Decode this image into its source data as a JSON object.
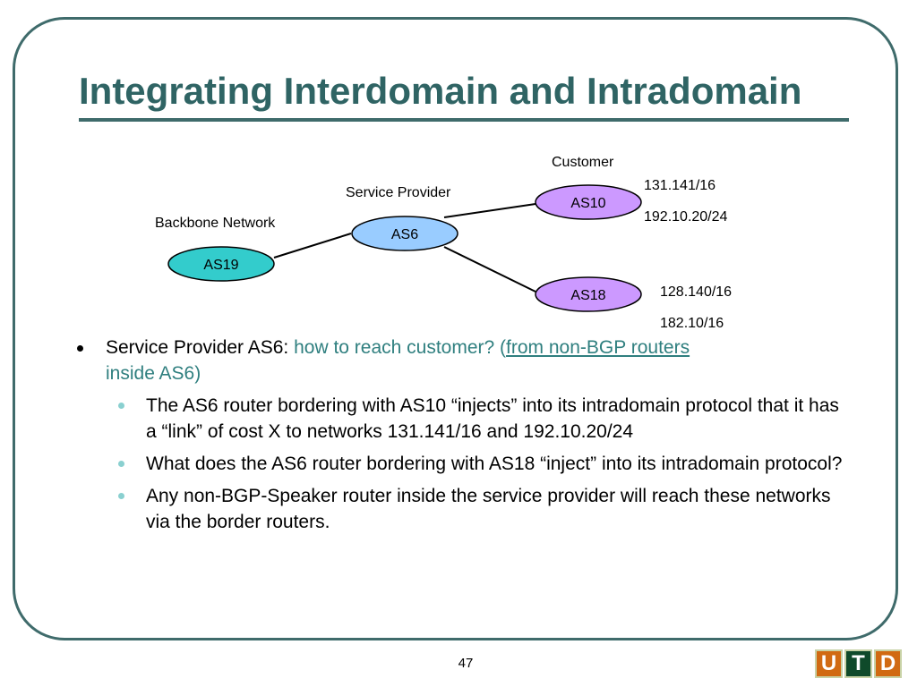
{
  "slide": {
    "title": "Integrating Interdomain and Intradomain",
    "page_number": "47"
  },
  "diagram": {
    "labels": {
      "customer": "Customer",
      "service_provider": "Service Provider",
      "backbone": "Backbone Network"
    },
    "nodes": {
      "as19": "AS19",
      "as6": "AS6",
      "as10": "AS10",
      "as18": "AS18"
    },
    "prefixes": {
      "as10_1": "131.141/16",
      "as10_2": "192.10.20/24",
      "as18_1": "128.140/16",
      "as18_2": "182.10/16"
    },
    "colors": {
      "as19": "#33cccc",
      "as6": "#99ccff",
      "as10": "#cc99ff",
      "as18": "#cc99ff"
    }
  },
  "bullets": {
    "main": {
      "prefix": "Service Provider AS6: ",
      "question": "how to reach customer? ",
      "link_open": "(",
      "link": "from non-BGP routers",
      "tail": "inside AS6)"
    },
    "sub": [
      "The AS6 router bordering with AS10 “injects” into its intradomain protocol that it has a “link” of cost X to networks 131.141/16 and 192.10.20/24",
      "What does the AS6 router bordering with AS18 “inject” into its intradomain protocol?",
      "Any non-BGP-Speaker router inside the service provider will reach these networks via the border routers."
    ]
  },
  "logo": {
    "letters": [
      "U",
      "T",
      "D"
    ]
  }
}
